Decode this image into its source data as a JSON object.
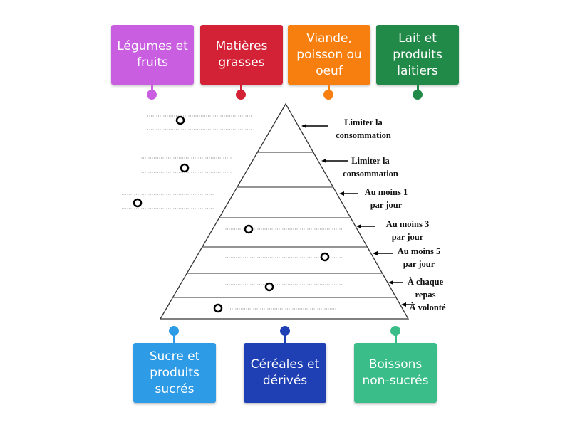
{
  "top_tiles": [
    {
      "label": "Légumes et fruits",
      "color": "#c95ee0"
    },
    {
      "label": "Matières grasses",
      "color": "#d32236"
    },
    {
      "label": "Viande, poisson ou oeuf",
      "color": "#f77f10"
    },
    {
      "label": "Lait et produits laitiers",
      "color": "#228a48"
    }
  ],
  "bottom_tiles": [
    {
      "label": "Sucre et produits sucrés",
      "color": "#2d9be6"
    },
    {
      "label": "Céréales et dérivés",
      "color": "#1f3fb5"
    },
    {
      "label": "Boissons non-sucrés",
      "color": "#3bbd8a"
    }
  ],
  "pyramid_labels": [
    [
      "Limiter la",
      "consommation"
    ],
    [
      "Limiter la",
      "consommation"
    ],
    [
      "Au moins 1",
      "par jour"
    ],
    [
      "Au moins 3",
      "par jour"
    ],
    [
      "Au moins 5",
      "par jour"
    ],
    [
      "À chaque",
      "repas"
    ],
    [
      "À volonté"
    ]
  ]
}
